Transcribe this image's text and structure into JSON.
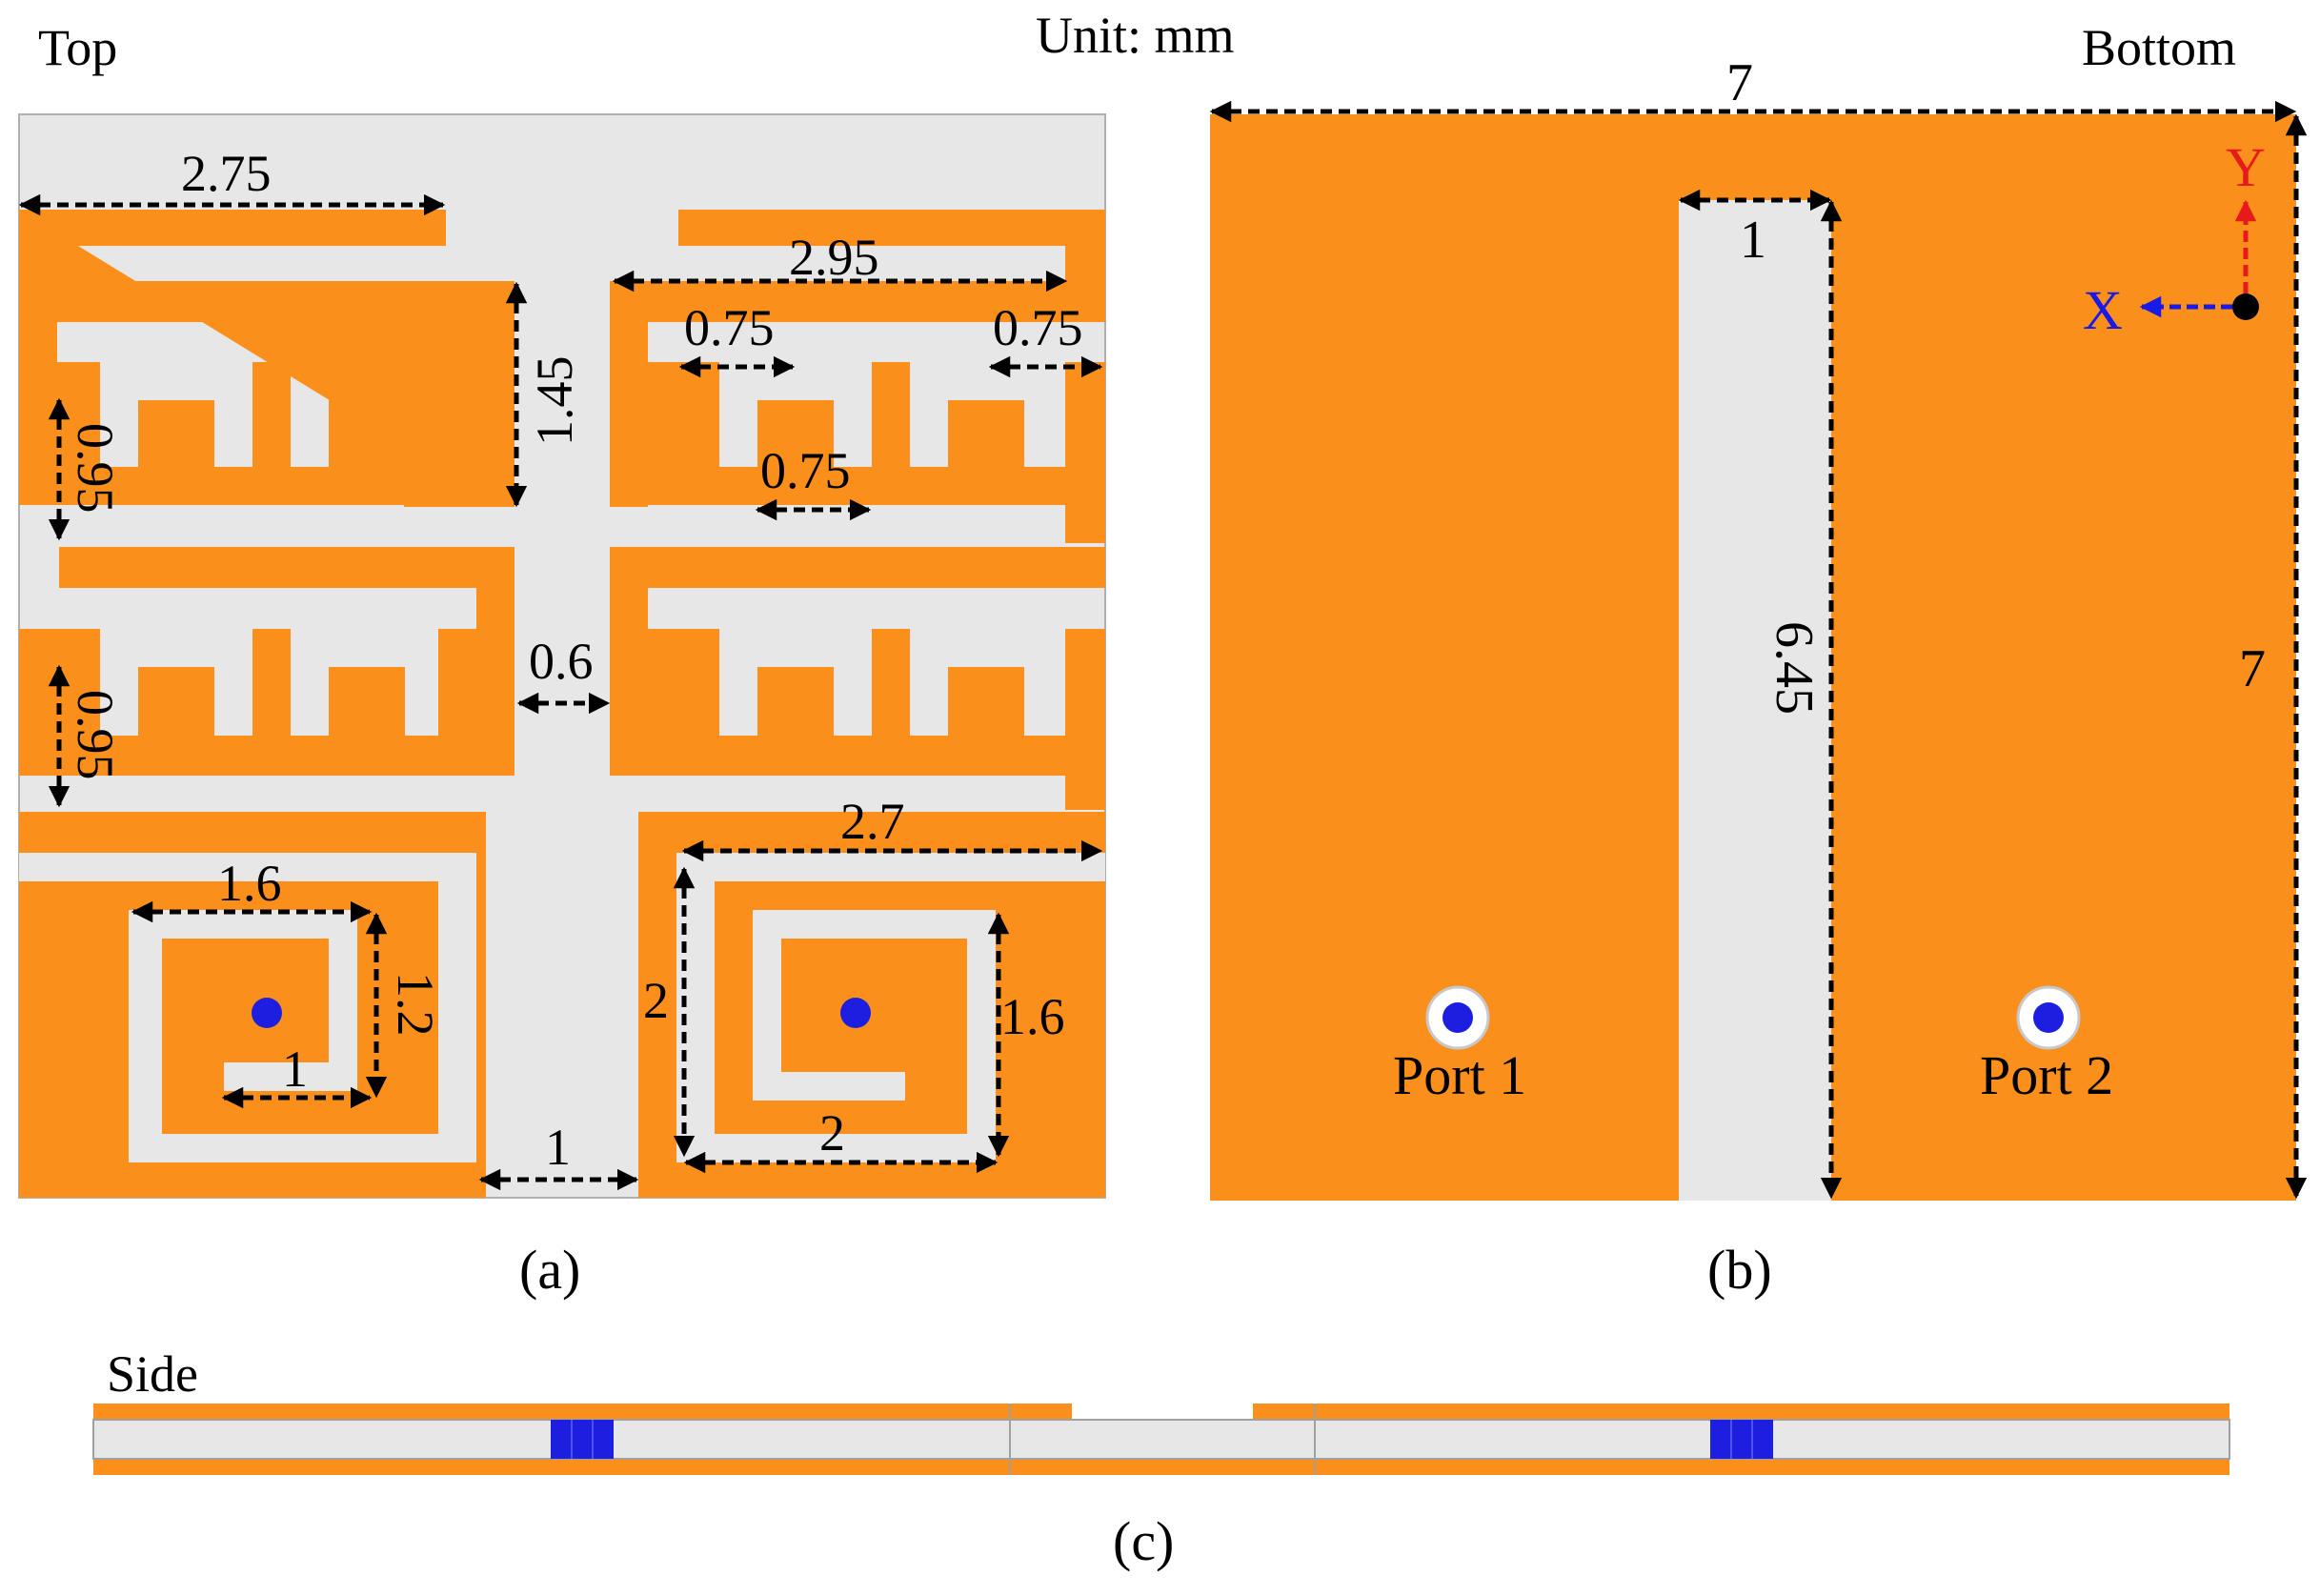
{
  "unit_label": "Unit: mm",
  "colors": {
    "copper": "#fa8f1c",
    "substrate": "#e7e7e7",
    "via": "#1e1ee0",
    "x_axis": "#1a1ae6",
    "y_axis": "#e61a1a"
  },
  "top_view": {
    "title": "Top",
    "caption": "(a)",
    "dims": {
      "d275": "2.75",
      "d295": "2.95",
      "d145": "1.45",
      "d075a": "0.75",
      "d075b": "0.75",
      "d075c": "0.75",
      "d095a": "0.95",
      "d095b": "0.95",
      "d06": "0.6",
      "d27": "2.7",
      "d16a": "1.6",
      "d12": "1.2",
      "d1a": "1",
      "d2a": "2",
      "d16b": "1.6",
      "d2b": "2",
      "d1b": "1"
    }
  },
  "bottom_view": {
    "title": "Bottom",
    "caption": "(b)",
    "dims": {
      "width": "7",
      "height": "7",
      "slot_width": "1",
      "slot_length": "6.45"
    },
    "axes": {
      "x": "X",
      "y": "Y"
    },
    "ports": [
      "Port 1",
      "Port 2"
    ]
  },
  "side_view": {
    "title": "Side",
    "caption": "(c)"
  }
}
